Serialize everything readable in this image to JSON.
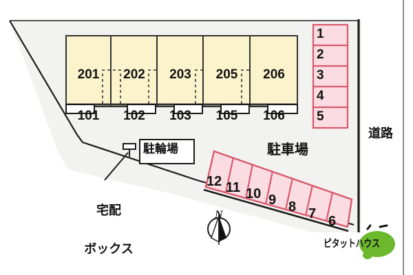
{
  "plan": {
    "title": "apartment-site-plan",
    "colors": {
      "site_fill": "#f2f2f0",
      "building_fill": "#fbf3cc",
      "building_stroke": "#333333",
      "parking_fill": "#fadce2",
      "parking_stroke": "#d9596b",
      "boundary_stroke": "#1a1a1a",
      "text": "#111111",
      "logo_green": "#6cb92e"
    },
    "building": {
      "name": "apartment-building",
      "units": [
        {
          "upper": "201",
          "lower": "101"
        },
        {
          "upper": "202",
          "lower": "102"
        },
        {
          "upper": "203",
          "lower": "103"
        },
        {
          "upper": "205",
          "lower": "105"
        },
        {
          "upper": "206",
          "lower": "106"
        }
      ]
    },
    "parking_column": {
      "name": "parking-stalls-right",
      "stalls": [
        "1",
        "2",
        "3",
        "4",
        "5"
      ]
    },
    "parking_row": {
      "name": "parking-stalls-bottom",
      "label": "駐車場",
      "stalls": [
        "12",
        "11",
        "10",
        "9",
        "8",
        "7",
        "6"
      ]
    },
    "labels": {
      "bicycle_parking": "駐輪場",
      "delivery_box_line1": "宅配",
      "delivery_box_line2": "ボックス",
      "road": "道路",
      "north": "N"
    },
    "logo": {
      "text": "ピタットハウス",
      "bubble_color": "#6cb92e"
    }
  }
}
